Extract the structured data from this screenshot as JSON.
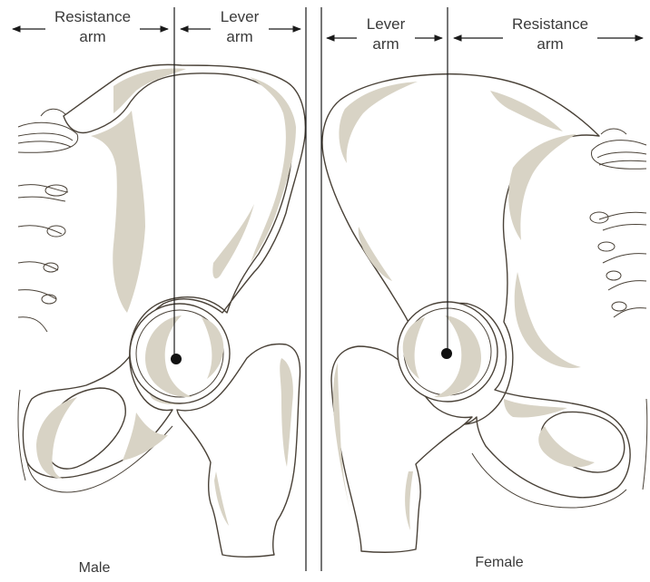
{
  "labels": {
    "male_resistance_line1": "Resistance",
    "male_resistance_line2": "arm",
    "male_lever_line1": "Lever",
    "male_lever_line2": "arm",
    "female_lever_line1": "Lever",
    "female_lever_line2": "arm",
    "female_resistance_line1": "Resistance",
    "female_resistance_line2": "arm",
    "male_caption": "Male",
    "female_caption": "Female"
  },
  "colors": {
    "bone_shade": "#d8d3c5",
    "outline": "#4a4238",
    "axis_line": "#1a1a1a"
  }
}
